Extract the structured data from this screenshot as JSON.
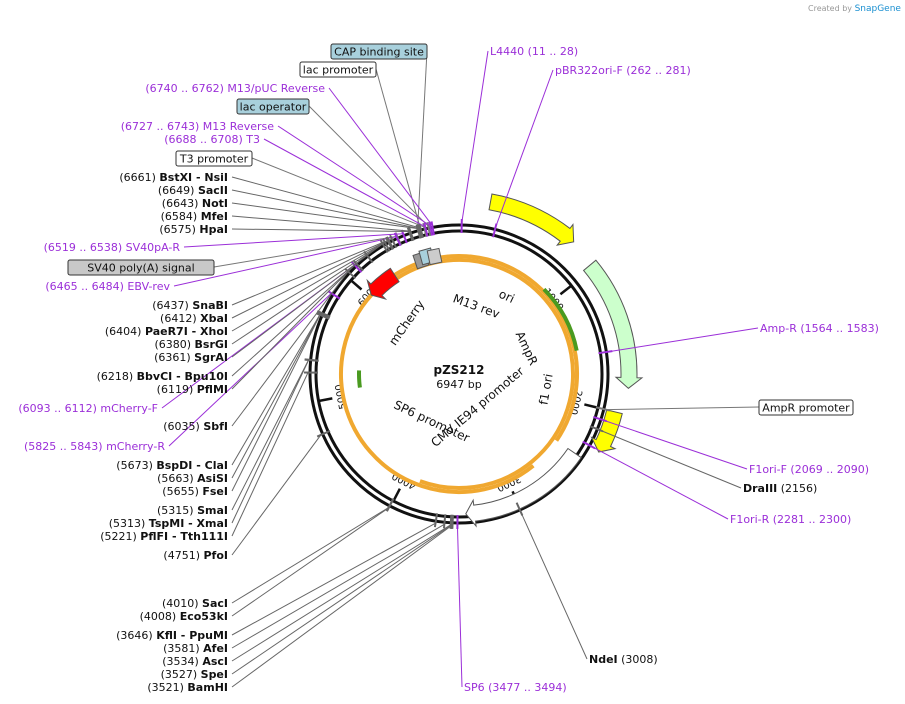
{
  "credit": {
    "prefix": "Created by",
    "brand": "SnapGene"
  },
  "plasmid": {
    "name": "pZS212",
    "size": "6947 bp"
  },
  "backbone": {
    "total": 6947
  },
  "ticks": [
    {
      "bp": 1000,
      "label": "1000"
    },
    {
      "bp": 2000,
      "label": "2000"
    },
    {
      "bp": 3000,
      "label": "3000"
    },
    {
      "bp": 4000,
      "label": "4000"
    },
    {
      "bp": 5000,
      "label": "5000"
    },
    {
      "bp": 6000,
      "label": "6000"
    }
  ],
  "feature_boxes": [
    {
      "name": "CAP binding site",
      "fill": "#a8d0dc",
      "bp": 6640
    },
    {
      "name": "lac promoter",
      "fill": "#ffffff",
      "bp": 6660
    },
    {
      "name": "lac operator",
      "fill": "#a8d0dc",
      "bp": 6720
    },
    {
      "name": "T3 promoter",
      "fill": "#ffffff",
      "bp": 6690
    },
    {
      "name": "SV40 poly(A) signal",
      "fill": "#c8c8c8",
      "bp": 6480
    },
    {
      "name": "AmpR promoter",
      "fill": "#ffffff",
      "bp": 2000
    }
  ],
  "primers": [
    {
      "name": "L4440",
      "range": "(11 .. 28)",
      "bp": 20
    },
    {
      "name": "pBR322ori-F",
      "range": "(262 .. 281)",
      "bp": 270
    },
    {
      "name": "M13/pUC Reverse",
      "range": "(6740 .. 6762)",
      "bp": 6750
    },
    {
      "name": "M13 Reverse",
      "range": "(6727 .. 6743)",
      "bp": 6735
    },
    {
      "name": "T3",
      "range": "(6688 .. 6708)",
      "bp": 6698
    },
    {
      "name": "SV40pA-R",
      "range": "(6519 .. 6538)",
      "bp": 6528
    },
    {
      "name": "EBV-rev",
      "range": "(6465 .. 6484)",
      "bp": 6474
    },
    {
      "name": "mCherry-F",
      "range": "(6093 .. 6112)",
      "bp": 6102
    },
    {
      "name": "mCherry-R",
      "range": "(5825 .. 5843)",
      "bp": 5834
    },
    {
      "name": "Amp-R",
      "range": "(1564 .. 1583)",
      "bp": 1573
    },
    {
      "name": "F1ori-F",
      "range": "(2069 .. 2090)",
      "bp": 2079
    },
    {
      "name": "F1ori-R",
      "range": "(2281 .. 2300)",
      "bp": 2290
    },
    {
      "name": "SP6",
      "range": "(3477 .. 3494)",
      "bp": 3485
    }
  ],
  "enzymes_left": [
    {
      "pos": "(6661)",
      "name": "BstXI",
      "extra": "- NsiI",
      "bp": 6661
    },
    {
      "pos": "(6649)",
      "name": "SacII",
      "extra": "",
      "bp": 6649
    },
    {
      "pos": "(6643)",
      "name": "NotI",
      "extra": "",
      "bp": 6643
    },
    {
      "pos": "(6584)",
      "name": "MfeI",
      "extra": "",
      "bp": 6584
    },
    {
      "pos": "(6575)",
      "name": "HpaI",
      "extra": "",
      "bp": 6575
    },
    {
      "pos": "(6437)",
      "name": "SnaBI",
      "extra": "",
      "bp": 6437
    },
    {
      "pos": "(6412)",
      "name": "XbaI",
      "extra": "",
      "bp": 6412
    },
    {
      "pos": "(6404)",
      "name": "PaeR7I",
      "extra": "- XhoI",
      "bp": 6404
    },
    {
      "pos": "(6380)",
      "name": "BsrGI",
      "extra": "",
      "bp": 6380
    },
    {
      "pos": "(6361)",
      "name": "SgrAI",
      "extra": "",
      "bp": 6361
    },
    {
      "pos": "(6218)",
      "name": "BbvCI",
      "extra": "- Bpu10I",
      "bp": 6218
    },
    {
      "pos": "(6119)",
      "name": "PflMI",
      "extra": "",
      "bp": 6119
    },
    {
      "pos": "(6035)",
      "name": "SbfI",
      "extra": "",
      "bp": 6035
    },
    {
      "pos": "(5673)",
      "name": "BspDI",
      "extra": "- ClaI",
      "bp": 5673
    },
    {
      "pos": "(5663)",
      "name": "AsiSI",
      "extra": "",
      "bp": 5663
    },
    {
      "pos": "(5655)",
      "name": "FseI",
      "extra": "",
      "bp": 5655
    },
    {
      "pos": "(5315)",
      "name": "SmaI",
      "extra": "",
      "bp": 5315
    },
    {
      "pos": "(5313)",
      "name": "TspMI",
      "extra": "- XmaI",
      "bp": 5313
    },
    {
      "pos": "(5221)",
      "name": "PflFI",
      "extra": "- Tth111I",
      "bp": 5221
    },
    {
      "pos": "(4751)",
      "name": "PfoI",
      "extra": "",
      "bp": 4751
    },
    {
      "pos": "(4010)",
      "name": "SacI",
      "extra": "",
      "bp": 4010
    },
    {
      "pos": "(4008)",
      "name": "Eco53kI",
      "extra": "",
      "bp": 4008
    },
    {
      "pos": "(3646)",
      "name": "KflI",
      "extra": "- PpuMI",
      "bp": 3646
    },
    {
      "pos": "(3581)",
      "name": "AfeI",
      "extra": "",
      "bp": 3581
    },
    {
      "pos": "(3534)",
      "name": "AscI",
      "extra": "",
      "bp": 3534
    },
    {
      "pos": "(3527)",
      "name": "SpeI",
      "extra": "",
      "bp": 3527
    },
    {
      "pos": "(3521)",
      "name": "BamHI",
      "extra": "",
      "bp": 3521
    }
  ],
  "enzymes_right": [
    {
      "name": "DraIII",
      "pos": "(2156)",
      "bp": 2156
    },
    {
      "name": "NdeI",
      "pos": "(3008)",
      "bp": 3008
    }
  ],
  "features": [
    {
      "name": "ori",
      "color": "#ffff00",
      "start": 200,
      "end": 790,
      "ring": 175
    },
    {
      "name": "AmpR",
      "color": "#ccffcc",
      "start": 970,
      "end": 1830,
      "ring": 170
    },
    {
      "name": "f1 ori",
      "color": "#ffff00",
      "start": 2000,
      "end": 2300,
      "ring": 160
    },
    {
      "name": "CMV IE94 promoter",
      "color": "#ffffff",
      "start": 2400,
      "end": 3420,
      "ring": 140
    },
    {
      "name": "SP6 promoter",
      "color": "#ffffff",
      "start": 3470,
      "end": 3490,
      "ring": 140
    },
    {
      "name": "mCherry",
      "color": "#ff0000",
      "start": 6310,
      "end": 6020,
      "ring": 118
    },
    {
      "name": "M13 rev",
      "color": "#cccccc",
      "start": 6740,
      "end": 6760,
      "ring": 120
    }
  ],
  "legend_colors": {
    "primer": "#9b2fd8",
    "orf_arc": "#f0a830",
    "orf_arc_inner": "#4a9a20"
  }
}
